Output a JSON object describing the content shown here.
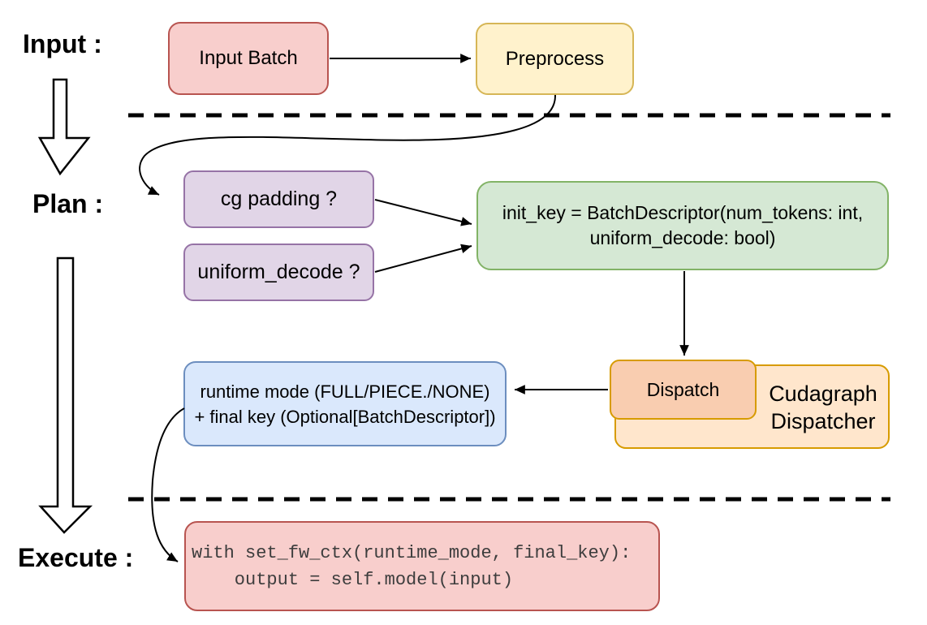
{
  "stages": {
    "input_label": "Input :",
    "plan_label": "Plan :",
    "execute_label": "Execute :"
  },
  "nodes": {
    "input_batch": {
      "label": "Input Batch"
    },
    "preprocess": {
      "label": "Preprocess"
    },
    "cg_padding": {
      "label": "cg padding ?"
    },
    "uniform_decode": {
      "label": "uniform_decode ?"
    },
    "init_key": {
      "line1": "init_key = BatchDescriptor(num_tokens: int,",
      "line2": "uniform_decode: bool)"
    },
    "runtime_mode": {
      "line1": "runtime mode (FULL/PIECE./NONE)",
      "line2": "+ final key (Optional[BatchDescriptor])"
    },
    "dispatch": {
      "label": "Dispatch"
    },
    "cudagraph_dispatcher": {
      "line1": "Cudagraph",
      "line2": "Dispatcher"
    },
    "execute_code": {
      "line1": "with set_fw_ctx(runtime_mode, final_key):",
      "line2": "    output = self.model(input)"
    }
  },
  "colors": {
    "pink_fill": "#f8cecc",
    "pink_stroke": "#b85450",
    "yellow_fill": "#fff2cc",
    "yellow_stroke": "#d6b656",
    "purple_fill": "#e1d5e7",
    "purple_stroke": "#9673a6",
    "green_fill": "#d5e8d4",
    "green_stroke": "#82b366",
    "blue_fill": "#dae8fc",
    "blue_stroke": "#6c8ebf",
    "orange_fill": "#ffe6cc",
    "orange_stroke": "#d79b00",
    "dispatch_fill": "#f9cdb0",
    "connector_color": "#000000",
    "code_text_color": "#3d3d3d"
  }
}
